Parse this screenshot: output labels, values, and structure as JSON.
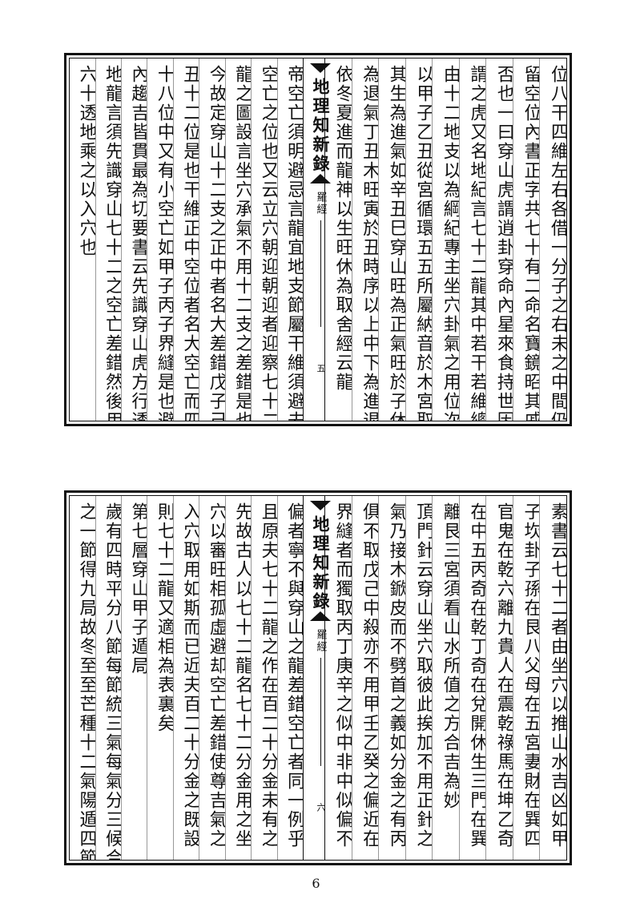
{
  "upper": {
    "strip_title": "地理知新錄",
    "strip_subtitle": "羅經",
    "strip_number": "五",
    "right_columns": [
      "位八干四維左右各借一分子之右未之中間仍",
      "留空位內書正字共七十有二命名寶鏡昭其戚",
      "否也一曰穿山虎謂逍卦穿命內星來食持世因",
      "謂之虎又名地紀言七十二龍其中若干若維總",
      "由十二地支以為綱紀專主坐穴卦氣之用位次",
      "以甲子乙丑從宮循環五五所屬納音於木宮取",
      "其生為進氣如辛丑巳穿山旺為正氣旺於子休",
      "為退氣丁丑木旺寅於丑時序以上中下為進退三候依",
      "依冬夏進而龍神以生旺休為取舍經云龍"
    ],
    "left_columns": [
      "帝空亡須明避忌言龍宜地支節屬干維須避去",
      "空亡之位也又云立穴朝迎朝迎者迎察七十二",
      "龍之圖設言坐穴承氣不用十二支之差錯是也",
      "今故定穿山十二支之正中者名大差錯戊子己",
      "丑十二位是也干維正中空位者名大空亡而四",
      "十八位中又有小空亡如甲子丙子界縫是也避",
      "內趨吉皆貫最為切要書云先識穿山虎方行透",
      "地龍言須先識穿山七十二之空亡差錯然後用",
      "六十透地乘之以入穴也"
    ]
  },
  "lower": {
    "strip_title": "地理知新錄",
    "strip_subtitle": "羅經",
    "strip_number": "六",
    "right_columns": [
      "素書云七十二者由坐穴以推山水吉凶如甲",
      "子坎卦子孫在艮八父母在五宮妻財在巽四",
      "官鬼在乾六離九貴人在震乾祿馬在坤乙奇",
      "在中五丙奇在乾丁奇在兌開休生三門在巽",
      "離艮三宮須看山水所值之方合吉為妙",
      "頂門針云穿山坐穴取彼此挨加不用正針之",
      "氣乃接木鍁皮而不劈首之義如分金之有丙",
      "俱不取戊己中殺亦不用甲壬乙癸之偏近在",
      "界縫者而獨取丙丁庚辛之似中非中似偏不"
    ],
    "left_columns": [
      "偏者寧不與穿山之龍差錯空亡者同一例乎",
      "且原夫七十二龍之作在百二十分金未有之",
      "先故古人以七十二龍名七十二分金用之坐",
      "穴以審旺相孤虛避却空亡差錯使尊吉氣之",
      "入穴取用如斯而已近夫百二十分金之既設",
      "則七十二龍又適相為表裏矣",
      "第七層穿山甲子遁局",
      "歲有四時平分八節每節統三氣每氣分三候合",
      "之一節得九局故冬至至芒種十二氣陽遁四節"
    ]
  },
  "folio": "6"
}
